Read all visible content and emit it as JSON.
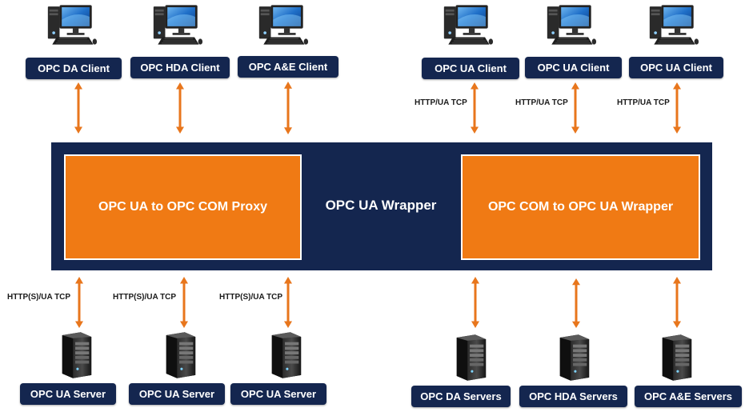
{
  "clients": [
    {
      "label": "OPC DA Client"
    },
    {
      "label": "OPC HDA Client"
    },
    {
      "label": "OPC A&E Client"
    },
    {
      "label": "OPC UA Client"
    },
    {
      "label": "OPC UA Client"
    },
    {
      "label": "OPC UA Client"
    }
  ],
  "servers": [
    {
      "label": "OPC UA Server"
    },
    {
      "label": "OPC UA Server"
    },
    {
      "label": "OPC UA Server"
    },
    {
      "label": "OPC DA Servers"
    },
    {
      "label": "OPC HDA Servers"
    },
    {
      "label": "OPC A&E Servers"
    }
  ],
  "wrapper": {
    "title": "OPC UA Wrapper",
    "left_block": "OPC UA to OPC COM Proxy",
    "right_block": "OPC COM to OPC UA Wrapper"
  },
  "protocols": {
    "top_right": [
      "HTTP/UA TCP",
      "HTTP/UA TCP",
      "HTTP/UA TCP"
    ],
    "bottom_left": [
      "HTTP(S)/UA TCP",
      "HTTP(S)/UA TCP",
      "HTTP(S)/UA TCP"
    ]
  },
  "icons": {
    "client": "desktop-computer-icon",
    "server": "server-tower-icon"
  },
  "colors": {
    "navy": "#14264f",
    "orange": "#f07a14",
    "arrow": "#e8761c"
  }
}
